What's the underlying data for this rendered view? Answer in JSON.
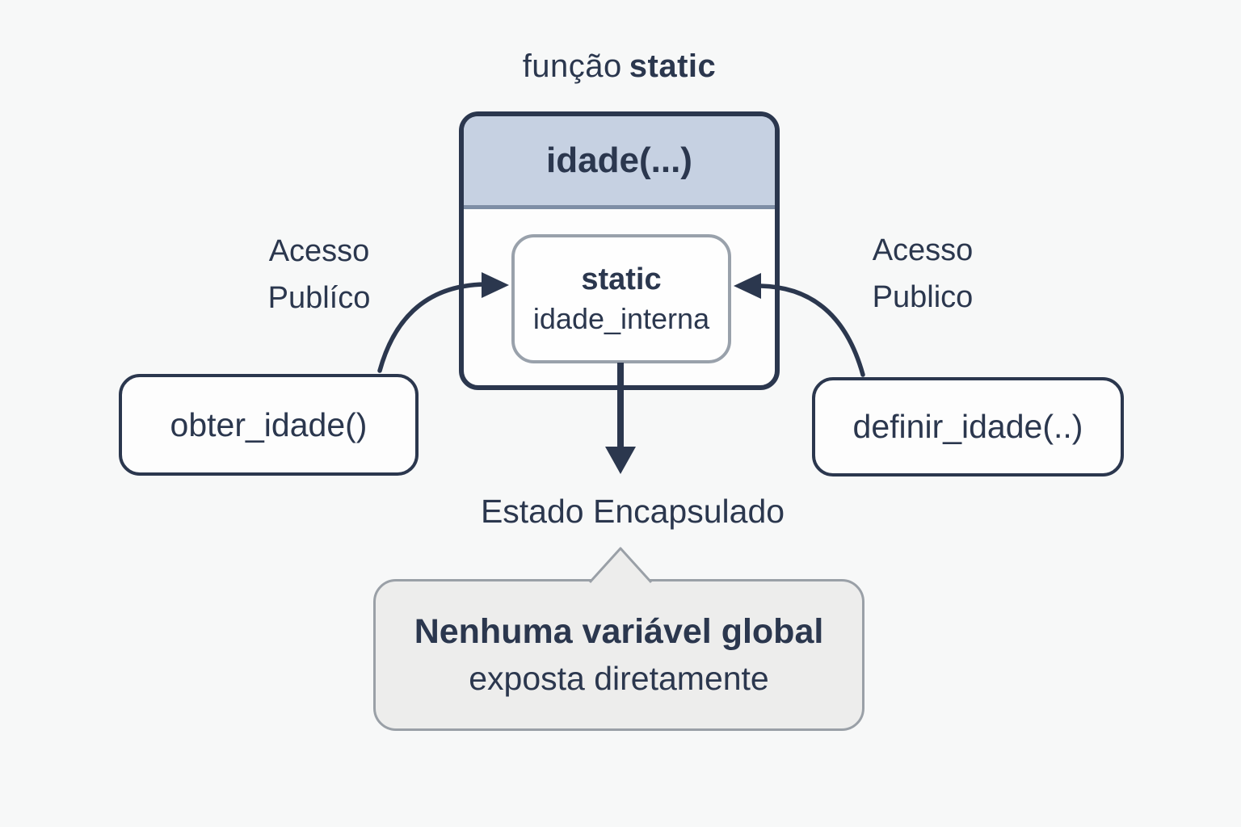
{
  "diagram": {
    "title_regular": "função",
    "title_bold": "static",
    "function_box": {
      "header": "idade(...)"
    },
    "static_variable_box": {
      "keyword": "static",
      "variable_name": "idade_interna"
    },
    "left_access_label": {
      "line1": "Acesso",
      "line2": "Publíco"
    },
    "right_access_label": {
      "line1": "Acesso",
      "line2": "Publico"
    },
    "getter_box": {
      "label": "obter_idade()"
    },
    "setter_box": {
      "label": "definir_idade(..)"
    },
    "encapsulated_state_label": "Estado Encapsulado",
    "callout": {
      "line1": "Nenhuma variável global",
      "line2": "exposta diretamente"
    },
    "colors": {
      "background": "#f7f8f8",
      "ink": "#2b374e",
      "header_fill": "#c6d1e2",
      "header_divider": "#7e8ea6",
      "inner_box_border": "#99a1ab",
      "callout_fill": "#ededec",
      "callout_border": "#9aa0a7"
    }
  }
}
